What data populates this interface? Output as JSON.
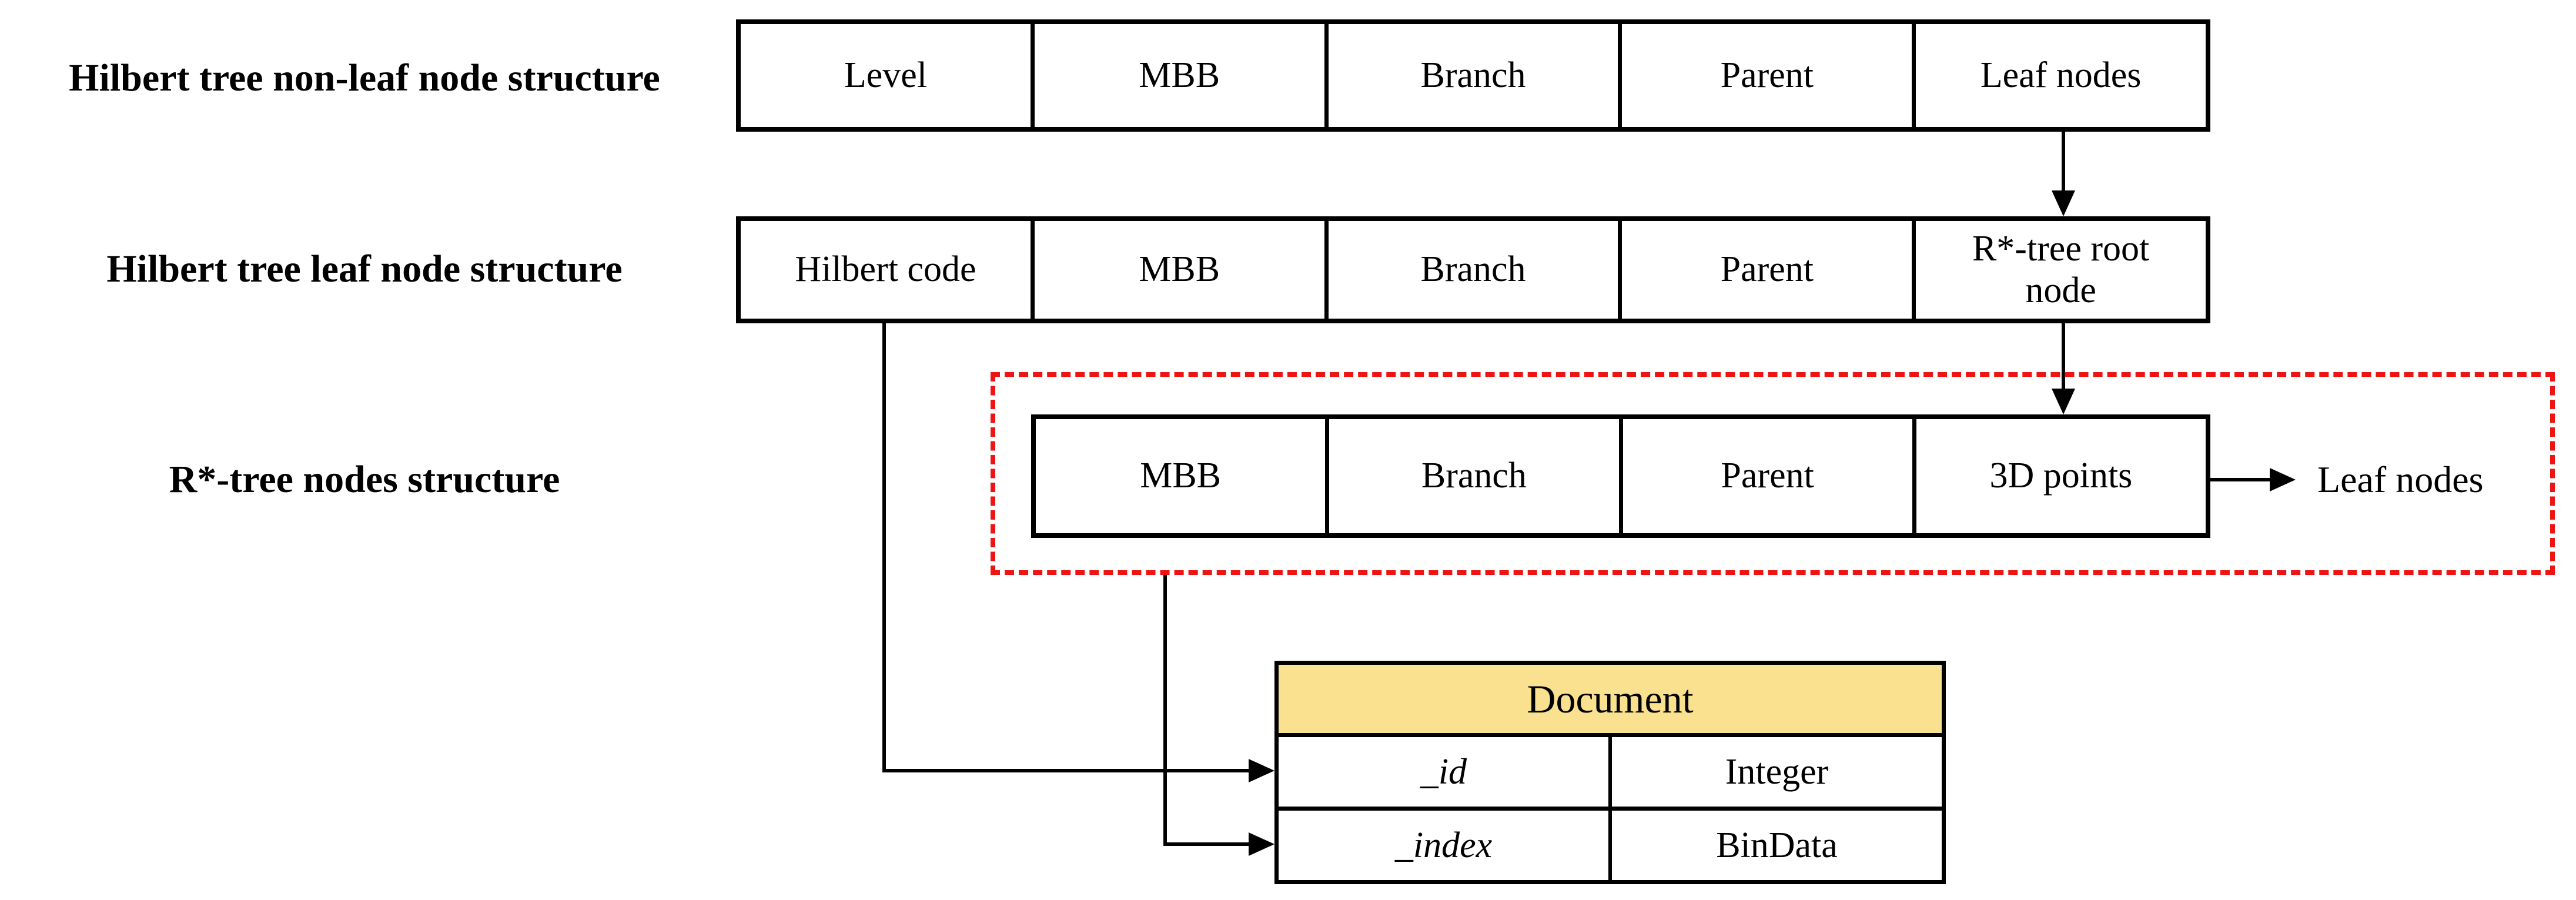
{
  "structures": [
    {
      "label": "Hilbert tree non-leaf node structure",
      "cells": [
        "Level",
        "MBB",
        "Branch",
        "Parent",
        "Leaf nodes"
      ]
    },
    {
      "label": "Hilbert tree leaf node structure",
      "cells": [
        "Hilbert code",
        "MBB",
        "Branch",
        "Parent",
        "R*-tree root node"
      ]
    },
    {
      "label": "R*-tree nodes structure",
      "cells": [
        "MBB",
        "Branch",
        "Parent",
        "3D points"
      ],
      "outside_label": "Leaf nodes"
    }
  ],
  "document_table": {
    "title": "Document",
    "rows": [
      {
        "field": "_id",
        "type": "Integer"
      },
      {
        "field": "_index",
        "type": "BinData"
      }
    ]
  },
  "colors": {
    "dashed_highlight": "#ee1414",
    "table_header_bg": "#fae18f",
    "connector": "#000000"
  }
}
